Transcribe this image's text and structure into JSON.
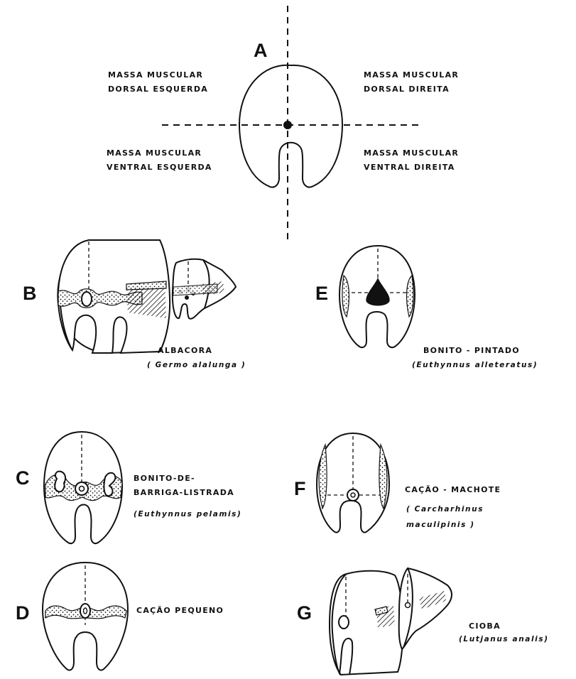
{
  "labels": {
    "A": "A",
    "B": "B",
    "C": "C",
    "D": "D",
    "E": "E",
    "F": "F",
    "G": "G"
  },
  "quadrants": {
    "dorsal_left_1": "MASSA MUSCULAR",
    "dorsal_left_2": "DORSAL ESQUERDA",
    "dorsal_right_1": "MASSA MUSCULAR",
    "dorsal_right_2": "DORSAL DIREITA",
    "ventral_left_1": "MASSA MUSCULAR",
    "ventral_left_2": "VENTRAL ESQUERDA",
    "ventral_right_1": "MASSA MUSCULAR",
    "ventral_right_2": "VENTRAL DIREITA"
  },
  "species": {
    "B": {
      "common": "ALBACORA",
      "scientific": "( Germo alalunga )"
    },
    "E": {
      "common": "BONITO - PINTADO",
      "scientific": "(Euthynnus alleteratus)"
    },
    "C": {
      "common_1": "BONITO-DE-",
      "common_2": "BARRIGA-LISTRADA",
      "scientific": "(Euthynnus pelamis)"
    },
    "F": {
      "common": "CAÇÃO - MACHOTE",
      "scientific_1": "( Carcharhinus",
      "scientific_2": "maculipinis )"
    },
    "D": {
      "common": "CAÇÃO PEQUENO"
    },
    "G": {
      "common": "CIOBA",
      "scientific": "(Lutjanus analis)"
    }
  }
}
